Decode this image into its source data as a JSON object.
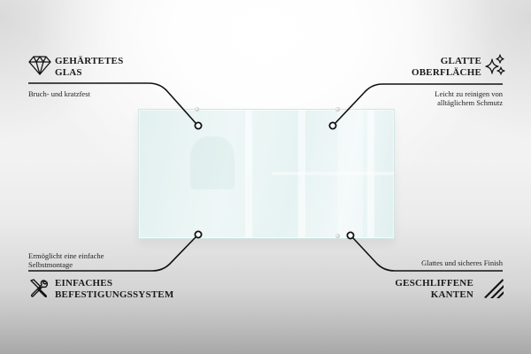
{
  "features": [
    {
      "id": "hardened-glass",
      "title_line1": "GEHÄRTETES",
      "title_line2": "GLAS",
      "description_line1": "Bruch- und kratzfest",
      "icon": "diamond-icon"
    },
    {
      "id": "smooth-surface",
      "title_line1": "GLATTE",
      "title_line2": "OBERFLÄCHE",
      "description_line1": "Leicht zu reinigen von",
      "description_line2": "alltäglichem Schmutz",
      "icon": "sparkles-icon"
    },
    {
      "id": "easy-mounting",
      "title_line1": "EINFACHES",
      "title_line2": "BEFESTIGUNGSSYSTEM",
      "description_line1": "Ermöglicht eine einfache",
      "description_line2": "Selbstmontage",
      "icon": "tools-icon"
    },
    {
      "id": "ground-edges",
      "title_line1": "GESCHLIFFENE",
      "title_line2": "KANTEN",
      "description_line1": "Glattes und sicheres Finish",
      "icon": "ground-edge-icon"
    }
  ],
  "colors": {
    "text": "#1a1a1a",
    "line": "#111111",
    "glass": "#e6f2f1"
  }
}
